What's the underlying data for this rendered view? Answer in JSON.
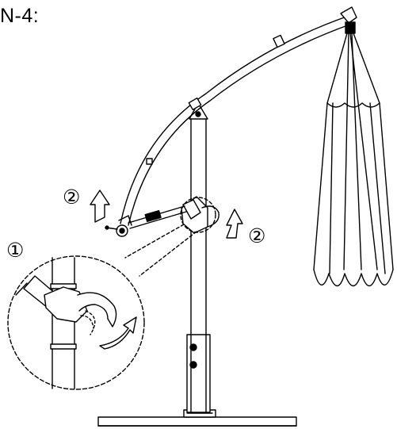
{
  "diagram": {
    "title": "N-4:",
    "steps": {
      "left_2": "②",
      "right_2": "②",
      "detail_1": "①"
    },
    "stroke_color": "#000000",
    "background": "#ffffff"
  }
}
